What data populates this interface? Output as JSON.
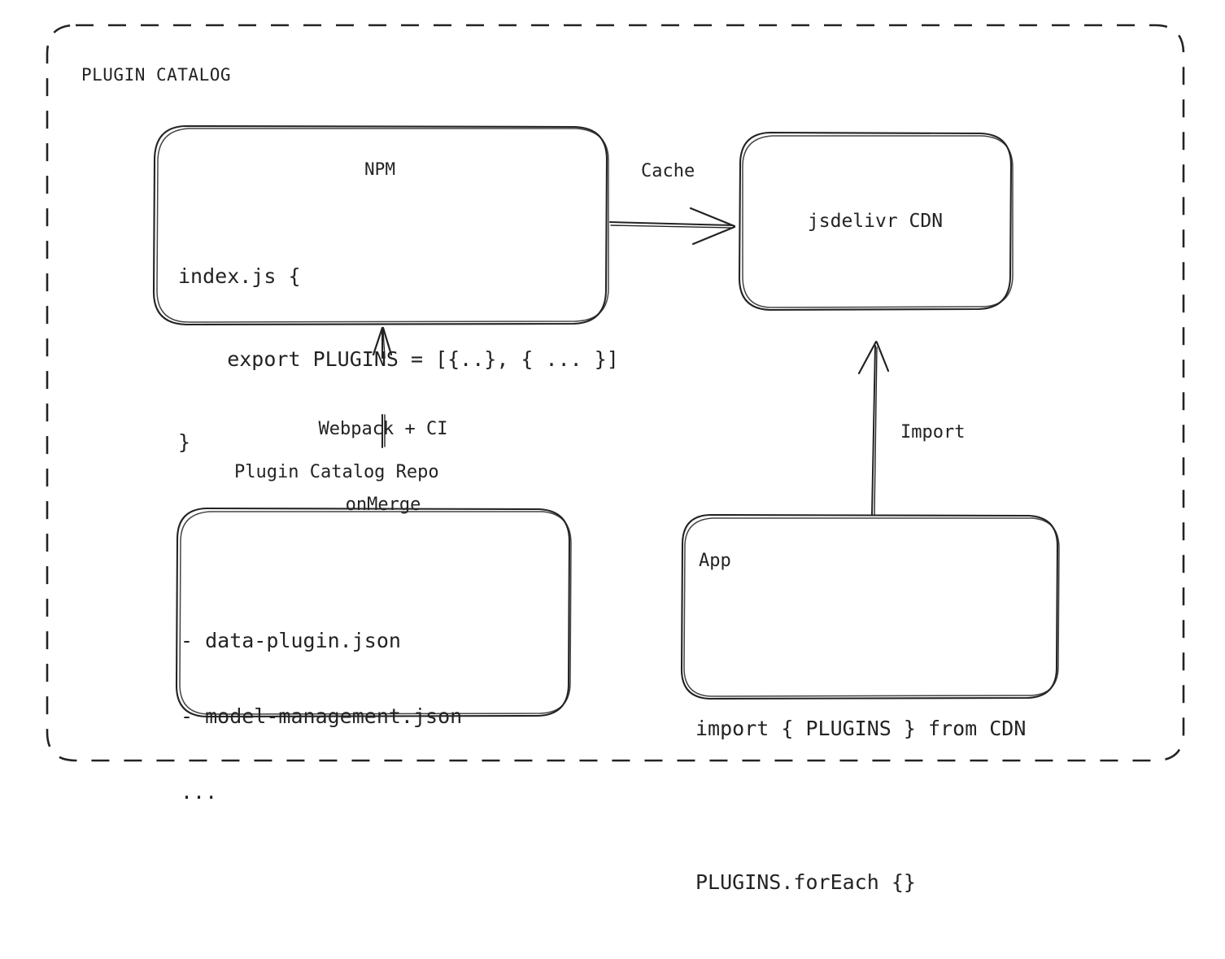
{
  "frame": {
    "title": "PLUGIN CATALOG",
    "style": "dashed-rounded-rect",
    "stroke_color": "#232323"
  },
  "colors": {
    "ink": "#232323",
    "background": "#ffffff"
  },
  "nodes": {
    "npm": {
      "title": "NPM",
      "code_line_1": "index.js {",
      "code_line_2": "    export PLUGINS = [{..}, { ... }]",
      "code_line_3": "}"
    },
    "cdn": {
      "title": "jsdelivr CDN"
    },
    "repo": {
      "label": "Plugin Catalog Repo",
      "file_1": "- data-plugin.json",
      "file_2": "- model-management.json",
      "file_3": "..."
    },
    "app": {
      "title": "App",
      "code_line_1": "import { PLUGINS } from CDN",
      "code_line_2": "PLUGINS.forEach {}"
    }
  },
  "edges": {
    "npm_to_cdn": {
      "label": "Cache",
      "direction": "right"
    },
    "repo_to_npm": {
      "label_line_1": "Webpack + CI",
      "label_line_2": "onMerge",
      "direction": "up"
    },
    "app_to_cdn": {
      "label": "Import",
      "direction": "up"
    }
  }
}
